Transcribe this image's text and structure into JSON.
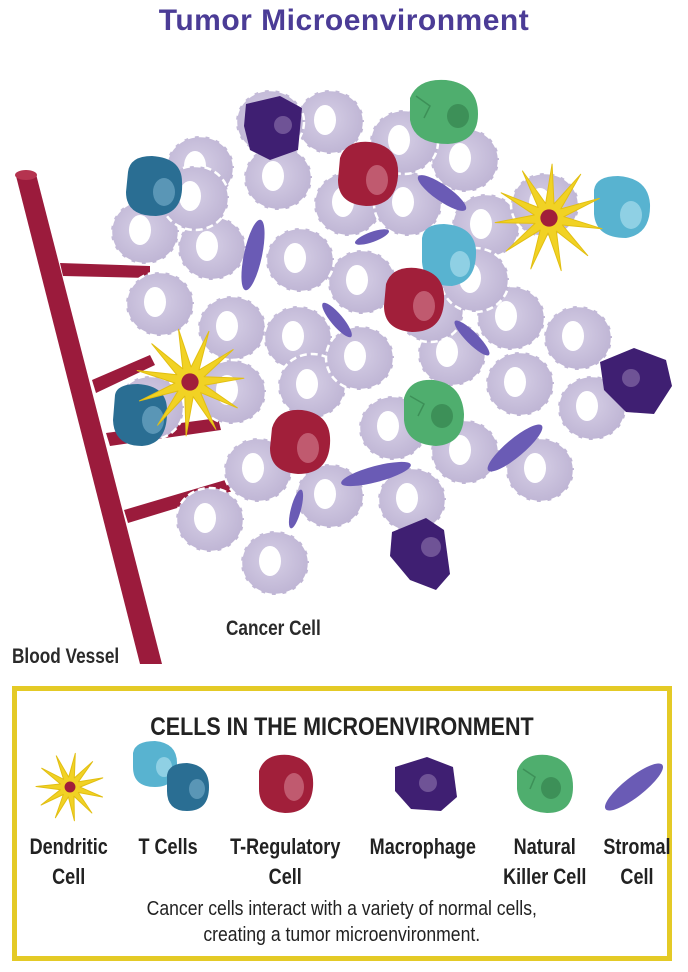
{
  "title": "Tumor Microenvironment",
  "labels": {
    "blood_vessel": "Blood Vessel",
    "cancer_cell": "Cancer Cell"
  },
  "legend": {
    "title": "CELLS IN THE MICROENVIRONMENT",
    "items": [
      {
        "label": "Dendritic\nCell",
        "icon": "dendritic-cell-icon"
      },
      {
        "label": "T Cells",
        "icon": "t-cells-icon"
      },
      {
        "label": "T-Regulatory\nCell",
        "icon": "t-regulatory-cell-icon"
      },
      {
        "label": "Macrophage",
        "icon": "macrophage-icon"
      },
      {
        "label": "Natural\nKiller Cell",
        "icon": "natural-killer-cell-icon"
      },
      {
        "label": "Stromal\nCell",
        "icon": "stromal-cell-icon"
      }
    ],
    "caption": "Cancer cells interact with a variety of normal cells,\ncreating a tumor microenvironment."
  },
  "colors": {
    "title": "#4b3c96",
    "cancer_cell": "#c9c1dc",
    "blood_vessel": "#9b1b3c",
    "dendritic": "#f1d224",
    "t_cell_light": "#58b3d0",
    "t_cell_dark": "#2a6e93",
    "t_regulatory": "#a11f3a",
    "macrophage": "#3f1f72",
    "natural_killer": "#4fae6e",
    "stromal": "#6a5bb5",
    "legend_border": "#e4ca26"
  }
}
